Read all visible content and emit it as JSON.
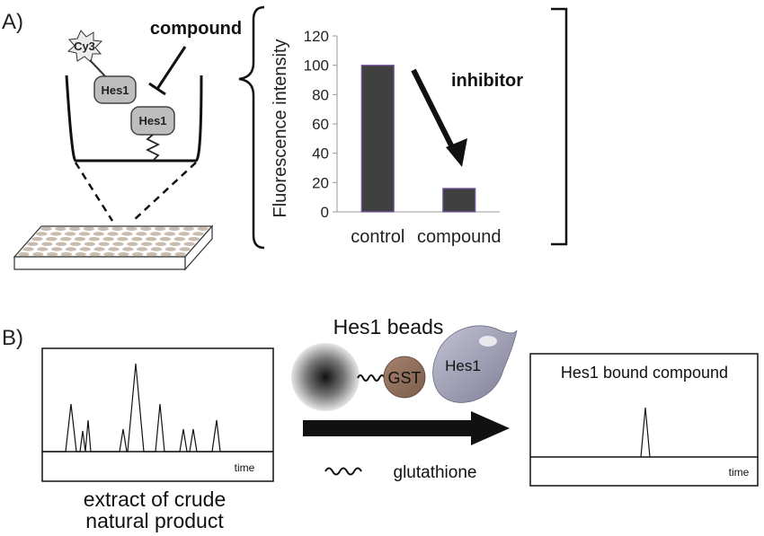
{
  "panel_a": {
    "label": "A)",
    "well": {
      "dye": "Cy3",
      "protein_top": "Hes1",
      "protein_bottom": "Hes1",
      "compound": "compound"
    },
    "annotation": "inhibitor"
  },
  "chart_data": {
    "type": "bar",
    "categories": [
      "control",
      "compound"
    ],
    "values": [
      100,
      16
    ],
    "title": "",
    "xlabel": "",
    "ylabel": "Fluorescence intensity",
    "ylim": [
      0,
      120
    ],
    "yticks": [
      0,
      20,
      40,
      60,
      80,
      100,
      120
    ],
    "grid": false,
    "legend": false,
    "colors": {
      "bar": "#404040",
      "bar_edge": "#7b5aa6"
    }
  },
  "panel_b": {
    "label": "B)",
    "beads_title": "Hes1 beads",
    "gst": "GST",
    "hes1": "Hes1",
    "glutathione": "glutathione",
    "left_box": {
      "axis_label": "time",
      "caption_line1": "extract of crude",
      "caption_line2": "natural product"
    },
    "right_box": {
      "title": "Hes1 bound compound",
      "axis_label": "time"
    }
  }
}
